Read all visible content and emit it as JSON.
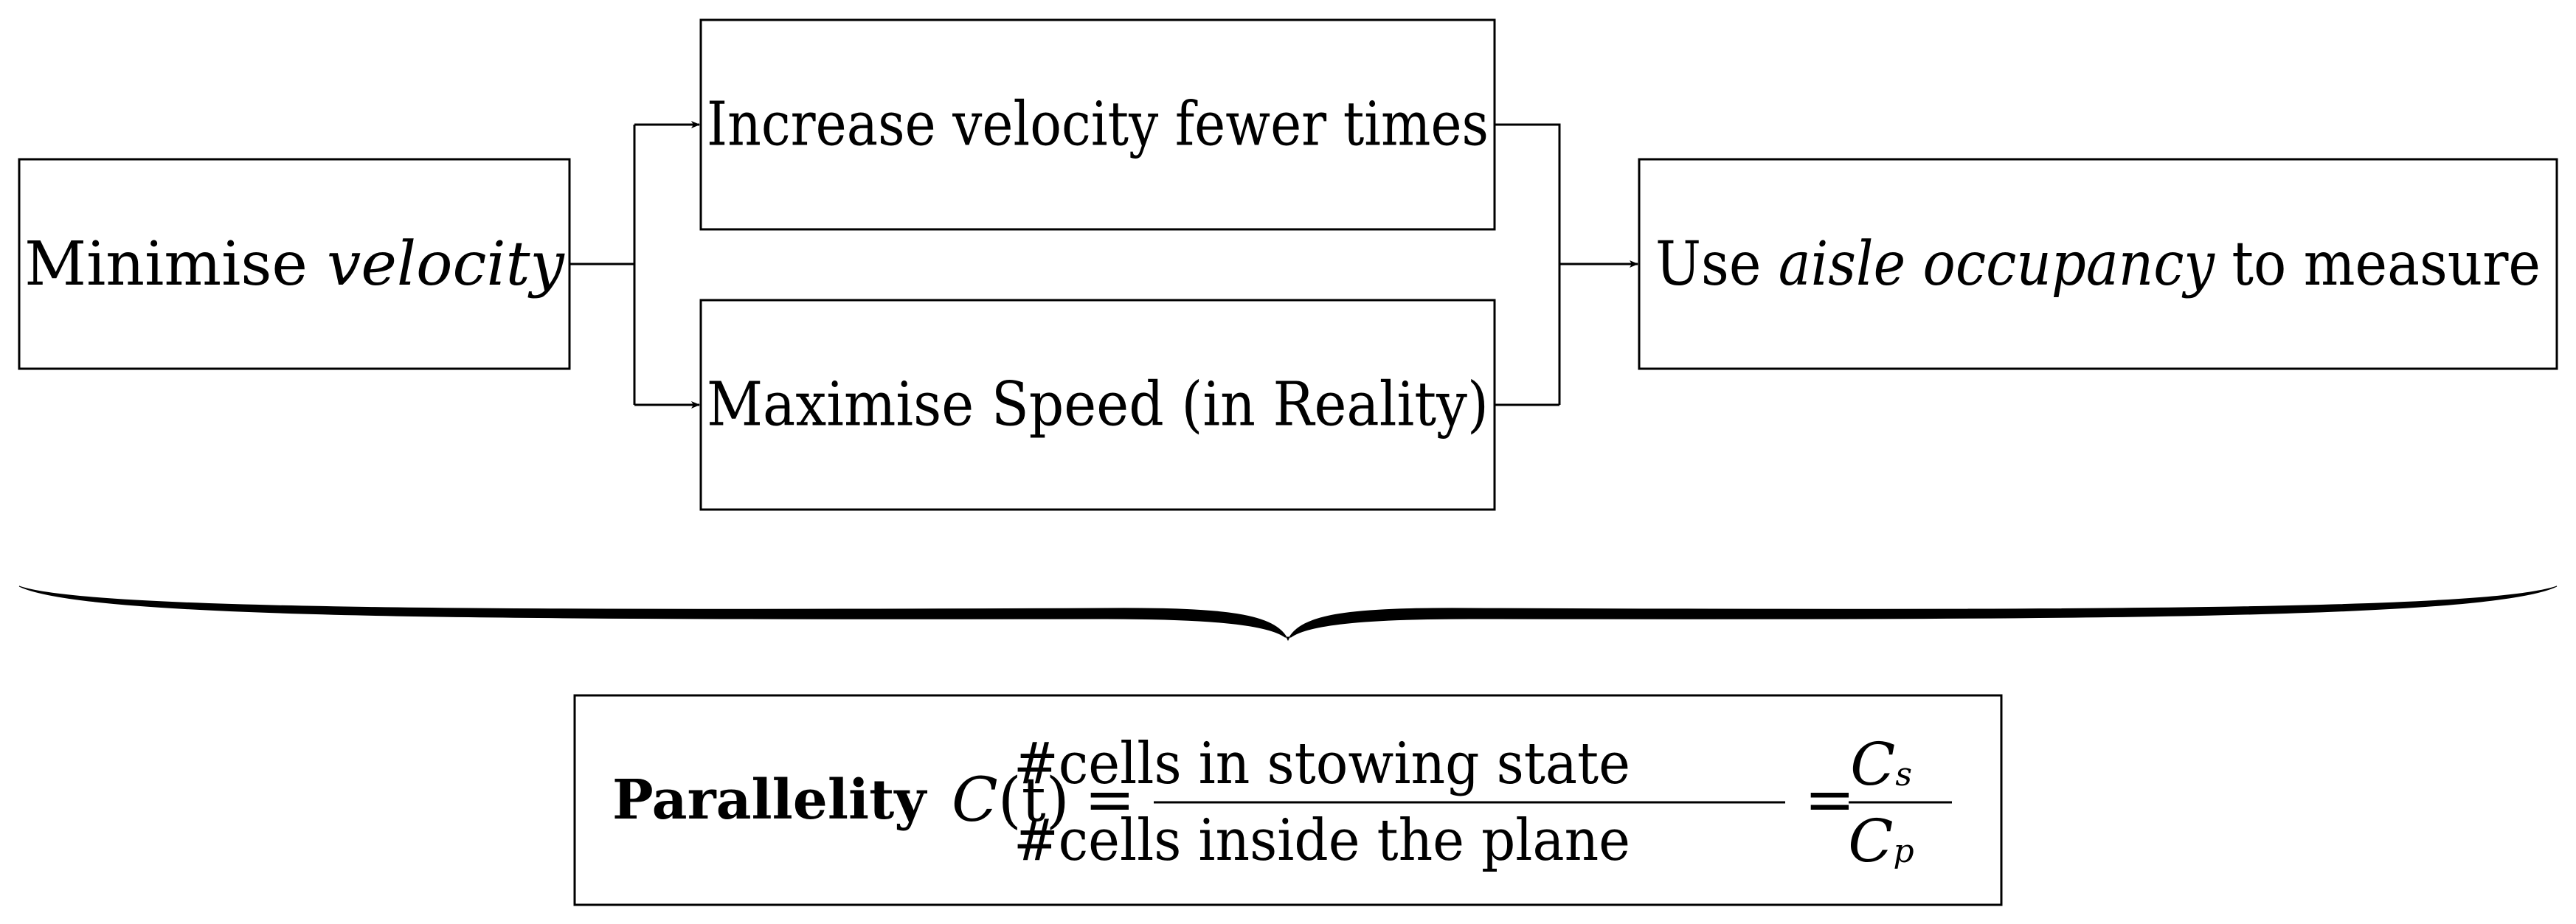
{
  "nodes": {
    "minimise": {
      "prefix": "Minimise ",
      "emphasis": "velocity"
    },
    "increase": {
      "text": "Increase velocity fewer times"
    },
    "maximise": {
      "text": "Maximise Speed (in Reality)"
    },
    "measure": {
      "prefix": "Use ",
      "emphasis": "aisle occupancy",
      "suffix": " to measure"
    }
  },
  "formula": {
    "name": "Parallelity",
    "lhs_symbol": "C",
    "lhs_arg": "(t)",
    "equals": "=",
    "numerator": "#cells in stowing state",
    "denominator": "#cells inside the plane",
    "rhs_num_symbol": "C",
    "rhs_num_sub": "s",
    "rhs_den_symbol": "C",
    "rhs_den_sub": "p"
  },
  "colors": {
    "stroke": "#000000",
    "background": "#ffffff"
  }
}
